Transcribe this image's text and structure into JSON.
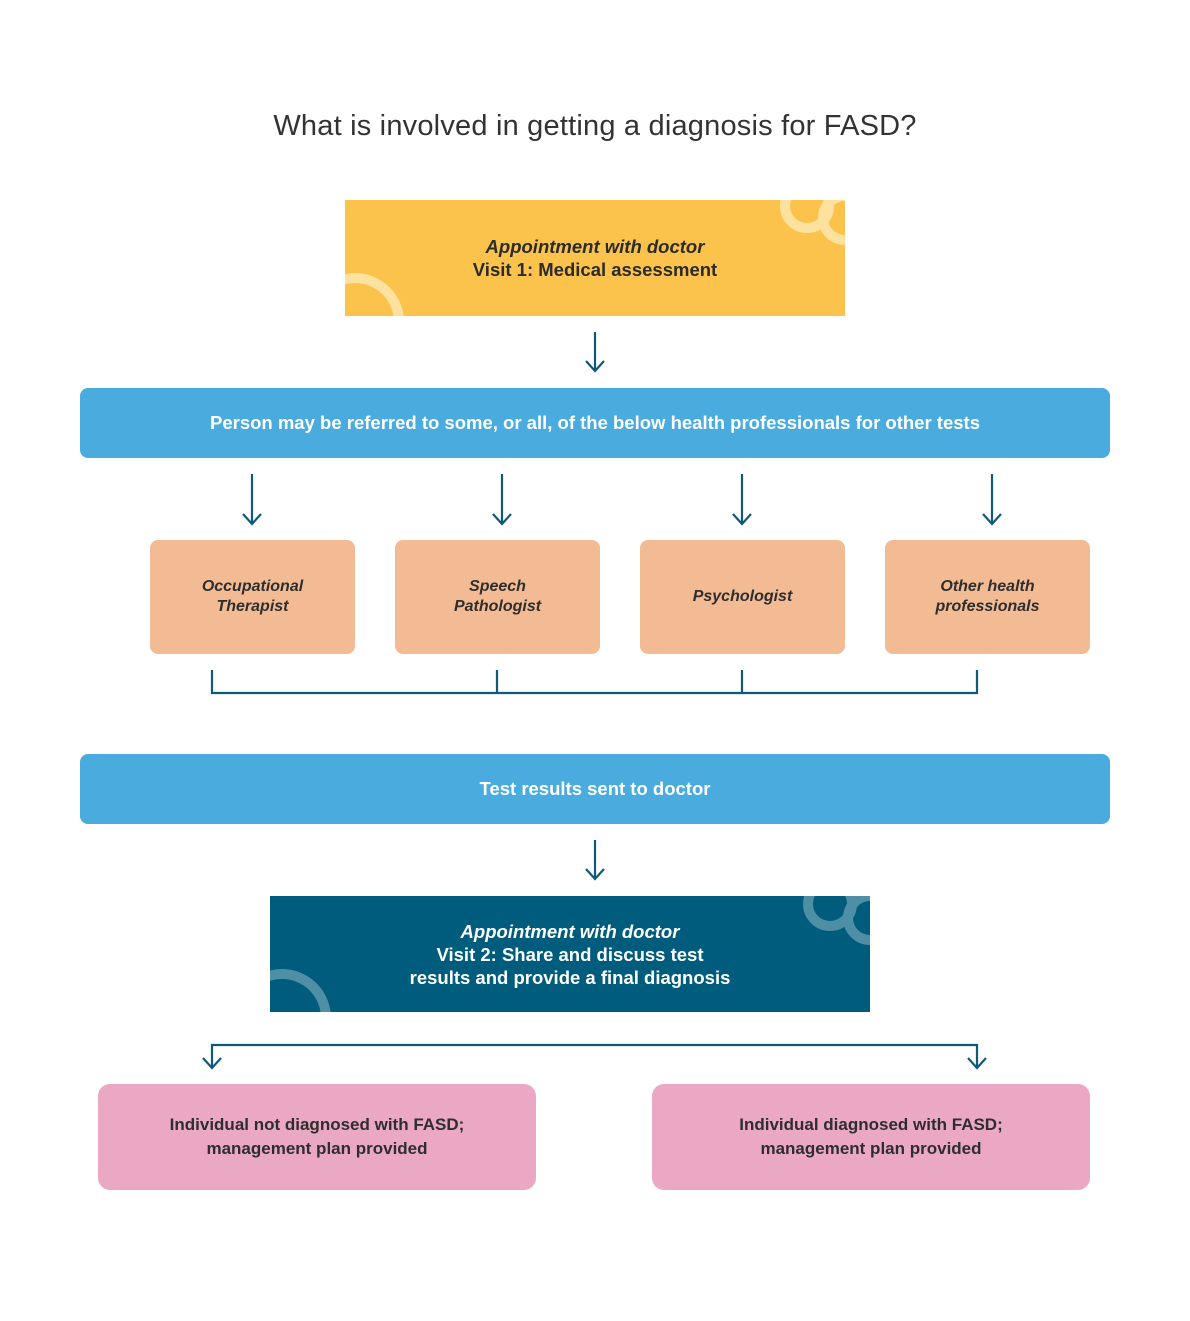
{
  "title": "What is involved in getting a diagnosis for FASD?",
  "visit1": {
    "heading": "Appointment with doctor",
    "subtitle": "Visit 1: Medical assessment",
    "color": "#fcc34c"
  },
  "referral": {
    "text": "Person may be referred to some, or all, of the below health professionals for other tests",
    "color": "#4aabde"
  },
  "professionals": [
    {
      "label": "Occupational Therapist"
    },
    {
      "label": "Speech Pathologist"
    },
    {
      "label": "Psychologist"
    },
    {
      "label": "Other health professionals"
    }
  ],
  "results": {
    "text": "Test results sent to doctor",
    "color": "#4aabde"
  },
  "visit2": {
    "heading": "Appointment with doctor",
    "line1": "Visit 2: Share and discuss test",
    "line2": "results and provide a final diagnosis",
    "color": "#005c7d"
  },
  "outcomes": [
    {
      "line1": "Individual not diagnosed with FASD;",
      "line2": "management plan provided"
    },
    {
      "line1": "Individual diagnosed with FASD;",
      "line2": "management plan provided"
    }
  ],
  "colors": {
    "connector": "#0f5a78",
    "professional_box": "#f3bb94",
    "outcome_box": "#eba8c4"
  }
}
